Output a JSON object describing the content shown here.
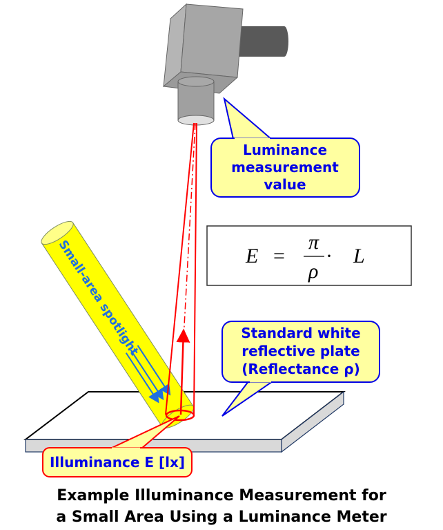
{
  "callouts": {
    "luminance": [
      "Luminance",
      "measurement",
      "value"
    ],
    "plate": [
      "Standard white",
      "reflective plate",
      "(Reflectance ρ)"
    ],
    "illuminance": "Illuminance E [lx]"
  },
  "spotlight_label": "Small-area spotlight",
  "formula": {
    "lhs": "E",
    "equals": "=",
    "numerator": "π",
    "denominator": "ρ",
    "dot": "·",
    "rhs": "L"
  },
  "title": [
    "Example Illuminance Measurement for",
    "a Small Area Using a Luminance Meter"
  ],
  "colors": {
    "callout_fill": "#ffffa0",
    "callout_blue": "#0000e6",
    "beam_red": "#ff0000",
    "spotlight_yellow": "#ffff00",
    "spotlight_text": "#1e6fe0"
  }
}
